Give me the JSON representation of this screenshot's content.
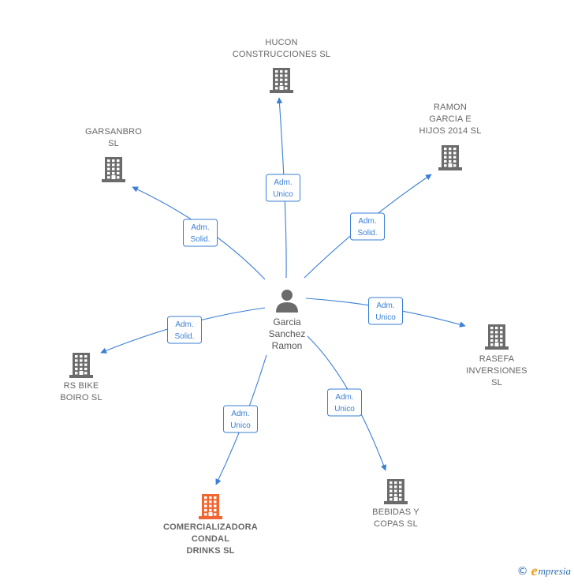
{
  "center": {
    "icon": "person-icon",
    "label_lines": [
      "Garcia",
      "Sanchez",
      "Ramon"
    ]
  },
  "colors": {
    "edge": "#3a7fd5",
    "building": "#6b6b6b",
    "building_highlight": "#f26430",
    "person": "#6b6b6b"
  },
  "nodes": [
    {
      "id": "hucon",
      "icon": "building-icon",
      "label_lines": [
        "HUCON",
        "CONSTRUCCIONES SL"
      ],
      "relation_lines": [
        "Adm.",
        "Unico"
      ],
      "highlight": false
    },
    {
      "id": "ramon-garcia",
      "icon": "building-icon",
      "label_lines": [
        "RAMON",
        "GARCIA E",
        "HIJOS 2014  SL"
      ],
      "relation_lines": [
        "Adm.",
        "Solid."
      ],
      "highlight": false
    },
    {
      "id": "rasefa",
      "icon": "building-icon",
      "label_lines": [
        "RASEFA",
        "INVERSIONES",
        "SL"
      ],
      "relation_lines": [
        "Adm.",
        "Unico"
      ],
      "highlight": false
    },
    {
      "id": "bebidas",
      "icon": "building-icon",
      "label_lines": [
        "BEBIDAS Y",
        "COPAS  SL"
      ],
      "relation_lines": [
        "Adm.",
        "Unico"
      ],
      "highlight": false
    },
    {
      "id": "comercializadora",
      "icon": "building-icon",
      "label_lines": [
        "COMERCIALIZADORA",
        "CONDAL",
        "DRINKS  SL"
      ],
      "relation_lines": [
        "Adm.",
        "Unico"
      ],
      "highlight": true
    },
    {
      "id": "rs-bike",
      "icon": "building-icon",
      "label_lines": [
        "RS BIKE",
        "BOIRO  SL"
      ],
      "relation_lines": [
        "Adm.",
        "Solid."
      ],
      "highlight": false
    },
    {
      "id": "garsanbro",
      "icon": "building-icon",
      "label_lines": [
        "GARSANBRO",
        "SL"
      ],
      "relation_lines": [
        "Adm.",
        "Solid."
      ],
      "highlight": false
    }
  ],
  "footer": {
    "copyright_symbol": "©",
    "brand_initial": "e",
    "brand_rest": "mpresia"
  }
}
